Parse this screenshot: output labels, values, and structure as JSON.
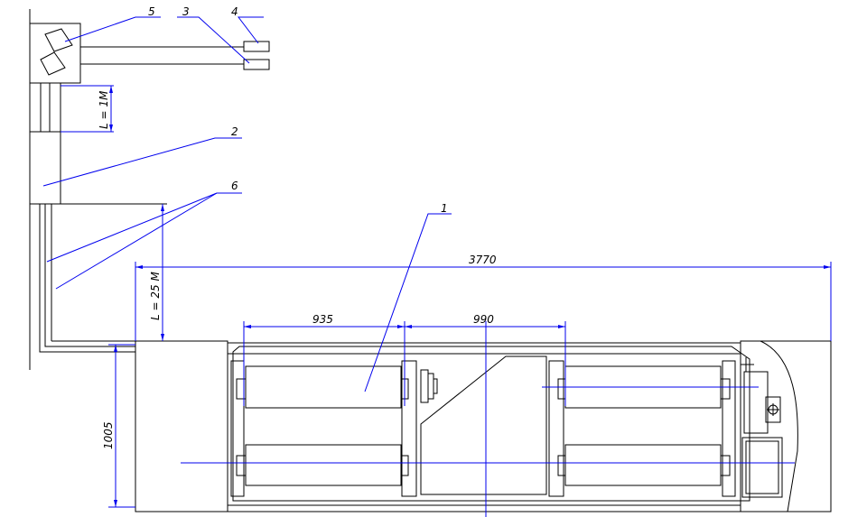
{
  "callouts": {
    "c1": "1",
    "c2": "2",
    "c3": "3",
    "c4": "4",
    "c5": "5",
    "c6": "6"
  },
  "dimensions": {
    "total_length": "3770",
    "section_left": "935",
    "section_right": "990",
    "height": "1005",
    "cable_short": "L = 1M",
    "cable_long": "L = 25 M"
  },
  "colors": {
    "outline": "#000000",
    "dimension_lines": "#0000ee",
    "background": "#ffffff"
  }
}
